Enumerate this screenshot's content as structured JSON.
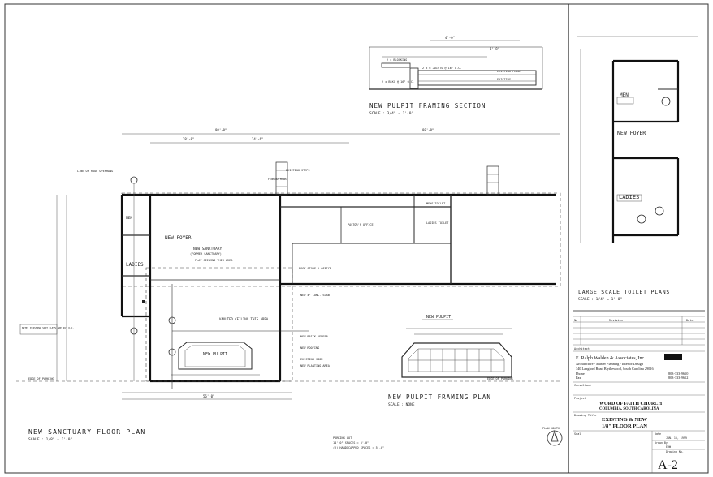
{
  "sheet": {
    "sanctuary_title": "NEW SANCTUARY FLOOR PLAN",
    "sanctuary_scale": "SCALE : 1/8\" = 1'-0\"",
    "section_title": "NEW PULPIT FRAMING SECTION",
    "section_scale": "SCALE : 3/4\" = 1'-0\"",
    "framing_plan_title": "NEW PULPIT FRAMING PLAN",
    "framing_plan_scale": "SCALE : NONE",
    "pulpit_title": "NEW PULPIT",
    "toilet_title": "LARGE SCALE TOILET PLANS",
    "toilet_scale": "SCALE : 1/4\" = 1'-0\"",
    "plan_north": "PLAN NORTH"
  },
  "rooms": {
    "men": "MEN",
    "ladies": "LADIES",
    "new_foyer": "NEW FOYER",
    "new_sanctuary": "NEW SANCTUARY",
    "former_sanctuary": "(FORMER SANCTUARY)",
    "new_pulpit": "NEW PULPIT",
    "pastors_office": "PASTOR'S OFFICE",
    "book_store": "BOOK STORE / OFFICE",
    "mens_toilet": "MENS TOILET",
    "ladies_toilet": "LADIES TOILET",
    "toilet_men": "MEN",
    "toilet_new_foyer": "NEW FOYER",
    "toilet_ladies": "LADIES"
  },
  "notes": {
    "edge_of_parking_left": "EDGE OF PARKING",
    "edge_of_parking_right": "EDGE OF PARKING",
    "vaulted_ceiling": "VAULTED CEILING THIS AREA",
    "flat_ceiling": "FLAT CEILING THIS AREA",
    "new_conc_slab": "NEW 4\" CONC. SLAB",
    "new_brick_veneer": "NEW BRICK VENEER",
    "new_roofing": "NEW ROOFING",
    "existing_sign": "EXISTING SIGN",
    "new_planting_area": "NEW PLANTING AREA",
    "existing_steps": "EXISTING STEPS",
    "fenced_hvac": "FENCED HVAC",
    "parking_lot": "PARKING LOT",
    "parking_spaces": "14'-0\" SPACES = 5'-0\"",
    "parking_hc": "(2) HANDICAPPED SPACES = 5'-0\"",
    "existing_spot_note": "NOTE: EXISTING SPOT ELEVS ARE 46' O.C.",
    "line_of_roof_overhang": "LINE OF ROOF OVERHANG"
  },
  "revisions": {
    "no_header": "No",
    "revision_header": "Revision",
    "date_header": "Date"
  },
  "title_block": {
    "architect_label": "Architect",
    "firm_name": "E. Ralph Walden & Associates, Inc.",
    "firm_services": "Architecture - Master Planning - Interior Design",
    "firm_address": "340 Langford Road  Blythewood, South Carolina  29016",
    "phone_label": "Phone",
    "phone": "803-333-9610",
    "fax_label": "Fax",
    "fax": "803-333-9612",
    "consultant_label": "Consultant",
    "project_label": "Project",
    "project_name": "WORD OF FAITH CHURCH",
    "project_location": "COLUMBIA, SOUTH CAROLINA",
    "drawing_title_label": "Drawing Title",
    "drawing_title_1": "EXISTING & NEW",
    "drawing_title_2": "1/8\" FLOOR PLAN",
    "seal_label": "Seal",
    "date_label": "Date",
    "date_value": "JAN. 15, 1999",
    "drawn_by_label": "Drawn By",
    "drawn_by": "ERW",
    "drawing_no_label": "Drawing No.",
    "sheet_number": "A-2"
  }
}
